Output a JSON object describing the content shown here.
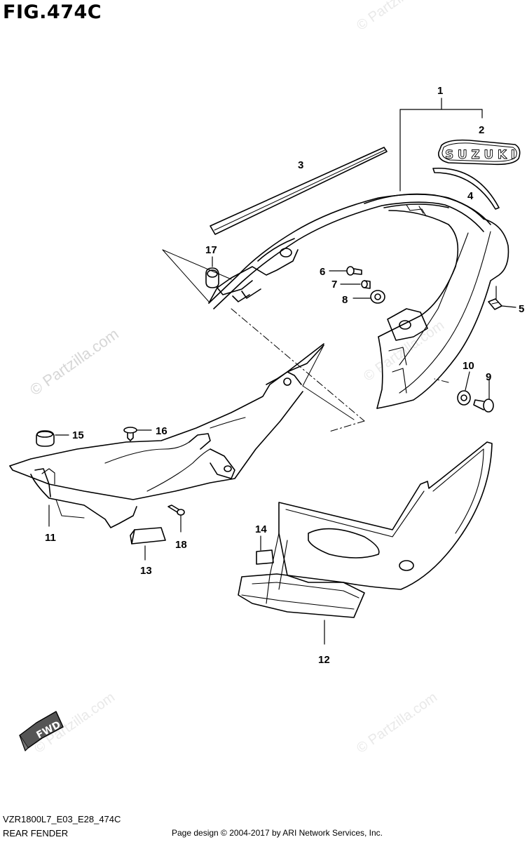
{
  "figure": {
    "title": "FIG.474C"
  },
  "callouts": [
    "1",
    "2",
    "3",
    "4",
    "5",
    "6",
    "7",
    "8",
    "9",
    "10",
    "11",
    "12",
    "13",
    "14",
    "15",
    "16",
    "17",
    "18"
  ],
  "decal_text": "SUZUKI",
  "fwd_label": "FWD",
  "watermark": "© Partzilla.com",
  "footer": {
    "model_code": "VZR1800L7_E03_E28_474C",
    "section": "REAR FENDER",
    "copyright": "Page design © 2004-2017 by ARI Network Services, Inc."
  }
}
